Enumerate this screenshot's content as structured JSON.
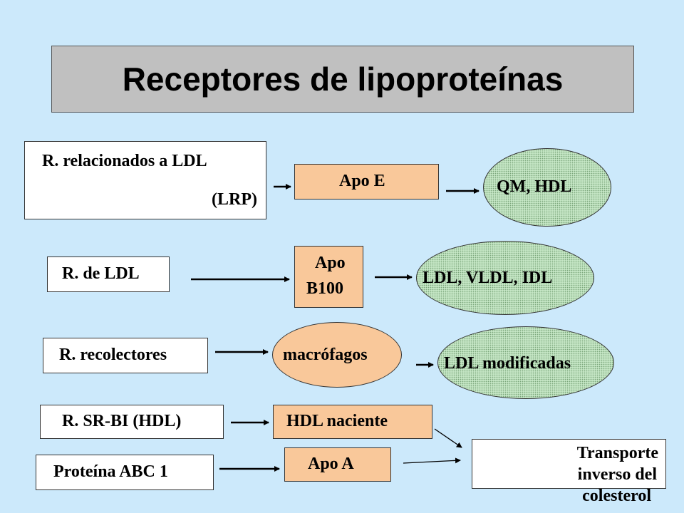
{
  "title": "Receptores de lipoproteínas",
  "rows": {
    "lrp": {
      "receptor_line1": "R. relacionados a LDL",
      "receptor_line2": "(LRP)",
      "ligand": "Apo E",
      "target": "QM, HDL"
    },
    "ldl": {
      "receptor": "R. de LDL",
      "ligand_line1": "Apo",
      "ligand_line2": "B100",
      "target": "LDL, VLDL, IDL"
    },
    "scavenger": {
      "receptor": "R. recolectores",
      "cell": "macrófagos",
      "target": "LDL modificadas"
    },
    "srbi": {
      "receptor": "R. SR-BI (HDL)",
      "ligand": "HDL naciente"
    },
    "abc1": {
      "receptor": "Proteína ABC 1",
      "ligand": "Apo A"
    },
    "outcome": {
      "line1": "Transporte",
      "line2": "inverso del",
      "line3": "colesterol"
    }
  }
}
